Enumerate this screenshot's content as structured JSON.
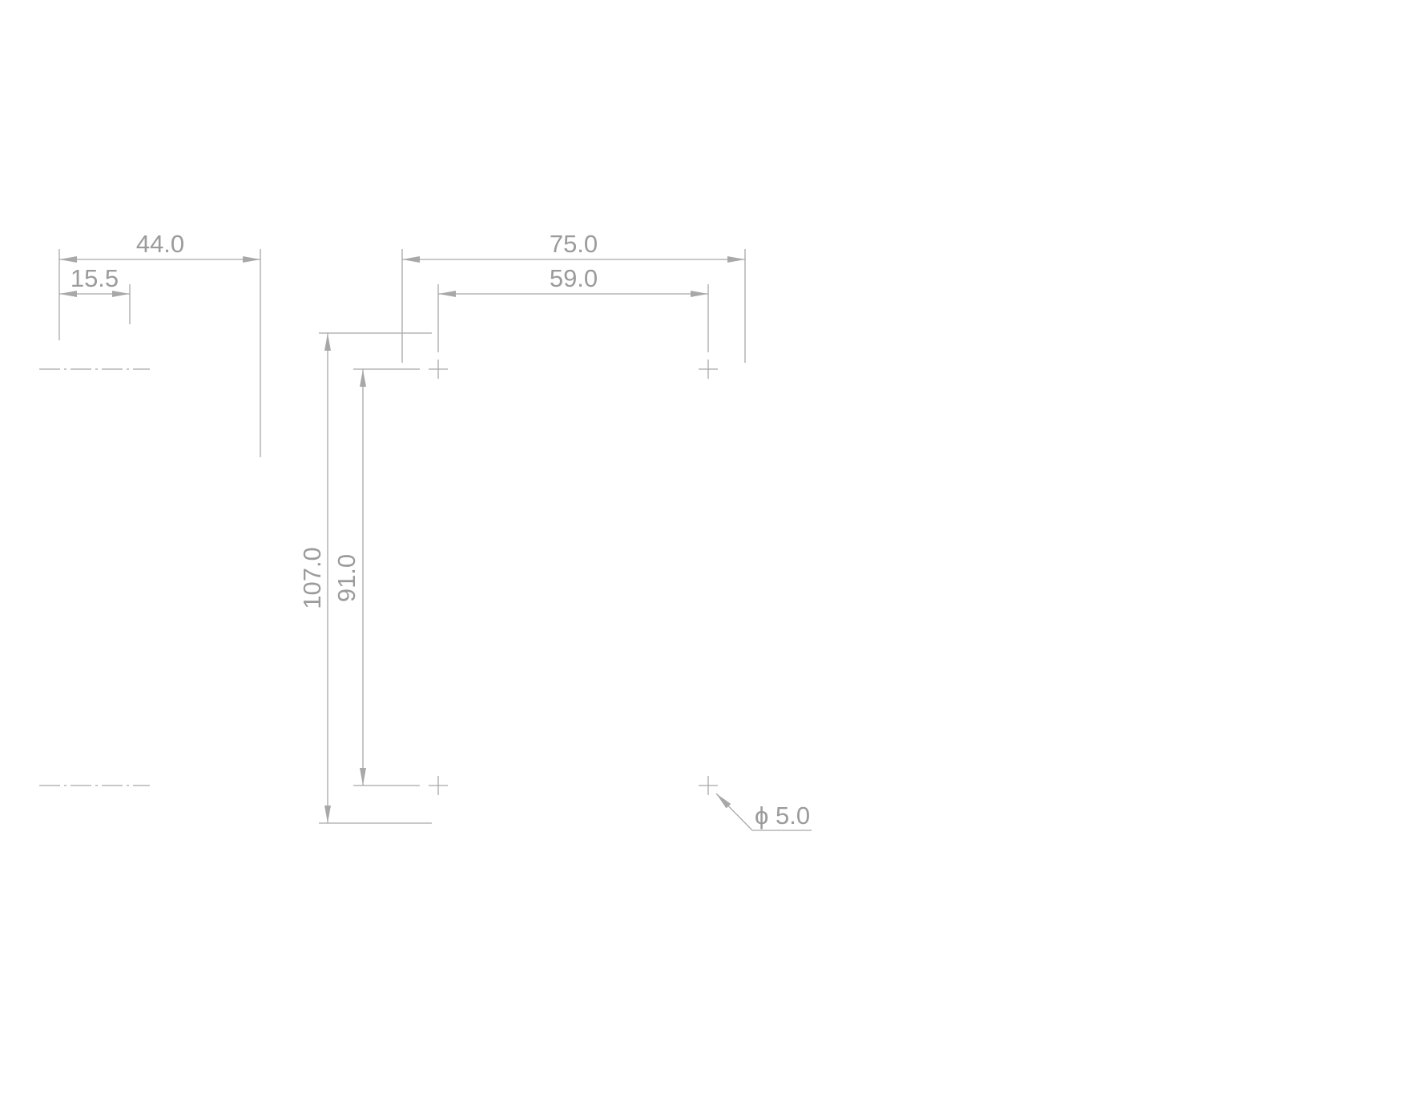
{
  "drawing": {
    "dimensions": {
      "side_overall_width": "44.0",
      "side_offset": "15.5",
      "overall_width": "75.0",
      "hole_spacing_x": "59.0",
      "overall_height": "107.0",
      "hole_spacing_y": "91.0",
      "hole_diameter": "ϕ 5.0"
    },
    "colors": {
      "line": "#a8a8a8",
      "text": "#9b9b9b",
      "background": "#ffffff"
    }
  }
}
